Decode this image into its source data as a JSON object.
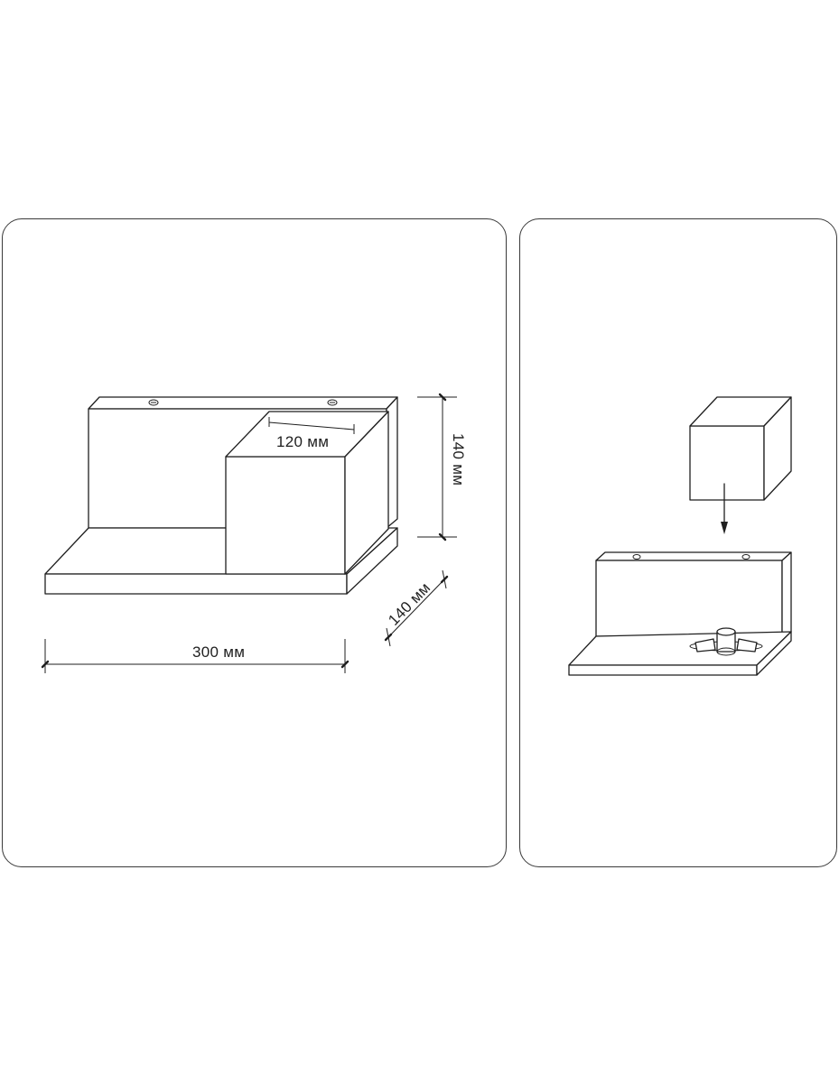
{
  "left_panel": {
    "dimensions": {
      "depth_top": "120 мм",
      "height": "140 мм",
      "depth_side": "140 мм",
      "width": "300 мм"
    }
  },
  "right_panel": {
    "steps": [
      "place-cube",
      "onto-shelf"
    ]
  },
  "colors": {
    "line": "#1f1f1f",
    "panel_border": "#3a3a3a",
    "background": "#ffffff"
  }
}
